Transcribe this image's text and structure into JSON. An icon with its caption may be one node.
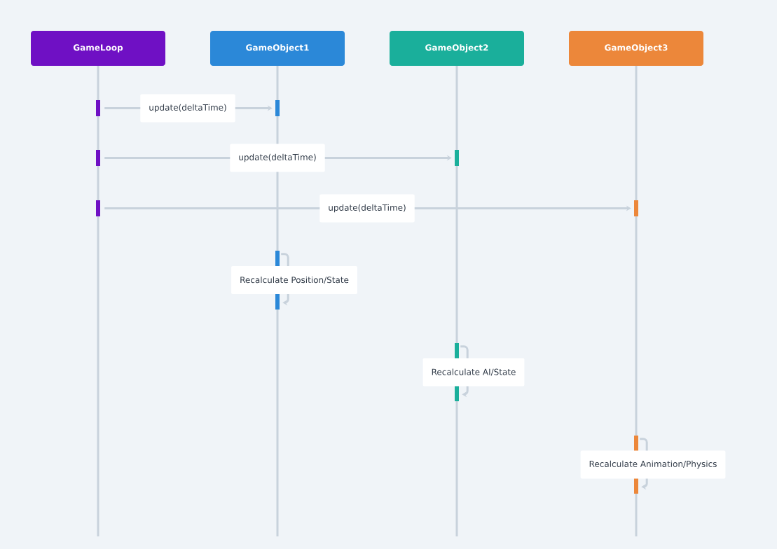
{
  "diagram": {
    "nodes": [
      {
        "text": [
          "GameLoop"
        ]
      },
      {
        "text": [
          "GameObject1"
        ]
      },
      {
        "text": [
          "GameObject2"
        ]
      },
      {
        "text": [
          "GameObject3"
        ]
      },
      {
        "text": [],
        "shape": "bar"
      },
      {
        "text": [],
        "shape": "bar"
      },
      {
        "text": [],
        "shape": "bar"
      },
      {
        "text": [],
        "shape": "bar"
      },
      {
        "text": [],
        "shape": "bar"
      },
      {
        "text": [],
        "shape": "bar"
      },
      {
        "text": [],
        "shape": "bar"
      },
      {
        "text": [],
        "shape": "bar"
      },
      {
        "text": [],
        "shape": "bar"
      }
    ],
    "edges": [
      {
        "from": 4,
        "to": 5,
        "arrow": "to",
        "label": "update(deltaTime)"
      },
      {
        "from": 6,
        "to": 7,
        "arrow": "to",
        "label": "update(deltaTime)"
      },
      {
        "from": 8,
        "to": 9,
        "arrow": "to",
        "label": "update(deltaTime)"
      },
      {
        "from": 10,
        "to": 10,
        "arrow": "to",
        "label": "Recalculate Position/State"
      },
      {
        "from": 11,
        "to": 11,
        "arrow": "to",
        "label": "Recalculate AI/State"
      },
      {
        "from": 12,
        "to": 12,
        "arrow": "to",
        "label": "Recalculate Animation/Physics"
      }
    ]
  }
}
